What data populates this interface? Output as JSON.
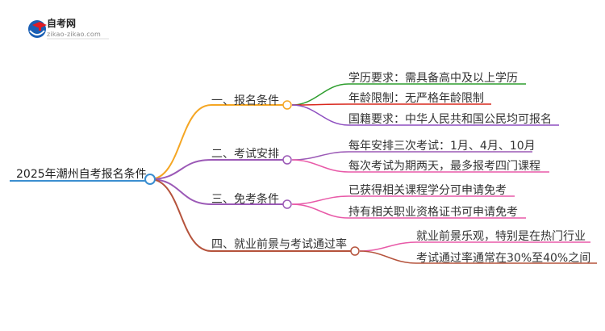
{
  "logo": {
    "title": "自考网",
    "subtitle": "zikao-zikao.com",
    "icon": "graduation-cap-icon",
    "colors": {
      "blue": "#1a5fb4",
      "red": "#e01b24"
    }
  },
  "mindmap": {
    "root": "2025年潮州自考报名条件",
    "branches": [
      {
        "label": "一、报名条件",
        "color": "#f5a623",
        "children": [
          {
            "label": "学历要求：需具备高中及以上学历",
            "color": "#2e9e2e"
          },
          {
            "label": "年龄限制：无严格年龄限制",
            "color": "#d9281e"
          },
          {
            "label": "国籍要求：中华人民共和国公民均可报名",
            "color": "#8e4fc0"
          }
        ]
      },
      {
        "label": "二、考试安排",
        "color": "#9b59b6",
        "children": [
          {
            "label": "每年安排三次考试：1月、4月、10月",
            "color": "#9b59b6"
          },
          {
            "label": "每次考试为期两天，最多报考四门课程",
            "color": "#e85aa8"
          }
        ]
      },
      {
        "label": "三、免考条件",
        "color": "#9b59b6",
        "children": [
          {
            "label": "已获得相关课程学分可申请免考",
            "color": "#e85aa8"
          },
          {
            "label": "持有相关职业资格证书可申请免考",
            "color": "#e85aa8"
          }
        ]
      },
      {
        "label": "四、就业前景与考试通过率",
        "color": "#b5533c",
        "children": [
          {
            "label": "就业前景乐观，特别是在热门行业",
            "color": "#e85aa8"
          },
          {
            "label": "考试通过率通常在30%至40%之间",
            "color": "#b5533c"
          }
        ]
      }
    ],
    "root_color": "#3b8ed0"
  }
}
